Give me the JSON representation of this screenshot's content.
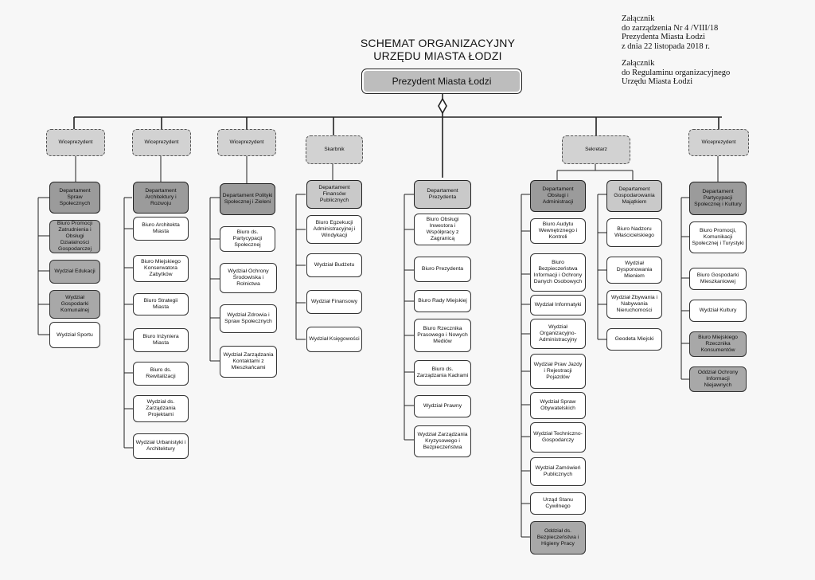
{
  "header": {
    "title_line1": "SCHEMAT ORGANIZACYJNY",
    "title_line2": "URZĘDU MIASTA ŁODZI"
  },
  "annex": {
    "line1": "Załącznik",
    "line2": "do zarządzenia Nr 4 /VIII/18",
    "line3": "Prezydenta Miasta Łodzi",
    "line4": "z dnia 22 listopada 2018 r.",
    "line5": "Załącznik",
    "line6": "do Regulaminu organizacyjnego",
    "line7": "Urzędu Miasta Łodzi"
  },
  "president": "Prezydent Miasta Łodzi",
  "officials": {
    "vp1": "Wiceprezydent",
    "vp2": "Wiceprezydent",
    "vp3": "Wiceprezydent",
    "treasurer": "Skarbnik",
    "secretary": "Sekretarz",
    "vp4": "Wiceprezydent"
  },
  "departments": {
    "d1": "Departament Spraw Społecznych",
    "d2": "Departament Architektury i Rozwoju",
    "d3": "Departament Polityki Społecznej i Zieleni",
    "d4": "Departament Finansów Publicznych",
    "d5": "Departament Prezydenta",
    "d6": "Departament Obsługi i Administracji",
    "d7": "Departament Gospodarowania Majątkiem",
    "d8": "Departament Partycypacji Społecznej i Kultury"
  },
  "units": {
    "c1": [
      "Biuro Promocji Zatrudnienia i Obsługi Działalności Gospodarczej",
      "Wydział Edukacji",
      "Wydział Gospodarki Komunalnej",
      "Wydział Sportu"
    ],
    "c2": [
      "Biuro Architekta Miasta",
      "Biuro Miejskiego Konserwatora Zabytków",
      "Biuro Strategii Miasta",
      "Biuro Inżyniera Miasta",
      "Biuro ds. Rewitalizacji",
      "Wydział ds. Zarządzania Projektami",
      "Wydział Urbanistyki i Architektury"
    ],
    "c3": [
      "Biuro ds. Partycypacji Społecznej",
      "Wydział Ochrony Środowiska i Rolnictwa",
      "Wydział Zdrowia i Spraw Społecznych",
      "Wydział Zarządzania Kontaktami z Mieszkańcami"
    ],
    "c4": [
      "Biuro Egzekucji Administracyjnej i Windykacji",
      "Wydział Budżetu",
      "Wydział Finansowy",
      "Wydział Księgowości"
    ],
    "c5": [
      "Biuro Obsługi Inwestora i Współpracy z Zagranicą",
      "Biuro Prezydenta",
      "Biuro Rady Miejskiej",
      "Biuro Rzecznika Prasowego i Nowych Mediów",
      "Biuro ds. Zarządzania Kadrami",
      "Wydział Prawny",
      "Wydział Zarządzania Kryzysowego i Bezpieczeństwa"
    ],
    "c6": [
      "Biuro Audytu Wewnętrznego i Kontroli",
      "Biuro Bezpieczeństwa Informacji i Ochrony Danych Osobowych",
      "Wydział Informatyki",
      "Wydział Organizacyjno-Administracyjny",
      "Wydział Praw Jazdy i Rejestracji Pojazdów",
      "Wydział Spraw Obywatelskich",
      "Wydział Techniczno-Gospodarczy",
      "Wydział Zamówień Publicznych",
      "Urząd Stanu Cywilnego",
      "Oddział ds. Bezpieczeństwa i Higieny Pracy"
    ],
    "c7": [
      "Biuro Nadzoru Właścicielskiego",
      "Wydział Dysponowania Mieniem",
      "Wydział Zbywania i Nabywania Nieruchomości",
      "Geodeta Miejski"
    ],
    "c8": [
      "Biuro Promocji, Komunikacji Społecznej i Turystyki",
      "Biuro Gospodarki Mieszkaniowej",
      "Wydział Kultury",
      "Biuro Miejskiego Rzecznika Konsumentów",
      "Oddział Ochrony Informacji Niejawnych"
    ]
  }
}
